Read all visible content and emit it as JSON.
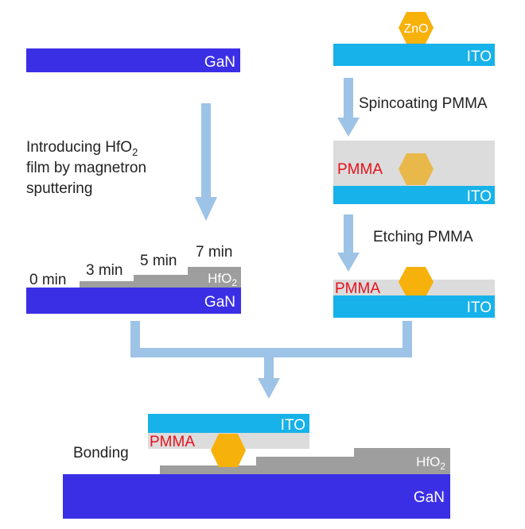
{
  "materials": {
    "gan": "GaN",
    "ito": "ITO",
    "zno": "ZnO",
    "pmma": "PMMA",
    "hfo2_base": "HfO",
    "hfo2_sub": "2"
  },
  "steps": {
    "intro_line1_base": "Introducing HfO",
    "intro_line1_sub": "2",
    "intro_line2": "film by magnetron",
    "intro_line3": "sputtering",
    "spincoating": "Spincoating PMMA",
    "etching": "Etching PMMA",
    "bonding": "Bonding"
  },
  "times": {
    "t0": "0 min",
    "t3": "3 min",
    "t5": "5 min",
    "t7": "7 min"
  },
  "colors": {
    "gan": "#3b2fe6",
    "ito": "#17b2ea",
    "zno": "#f7b10b",
    "pmma_layer": "#dcdcdc",
    "pmma_text": "#e8101b",
    "hfo2": "#9e9e9e",
    "arrow": "#9dc3e6"
  }
}
